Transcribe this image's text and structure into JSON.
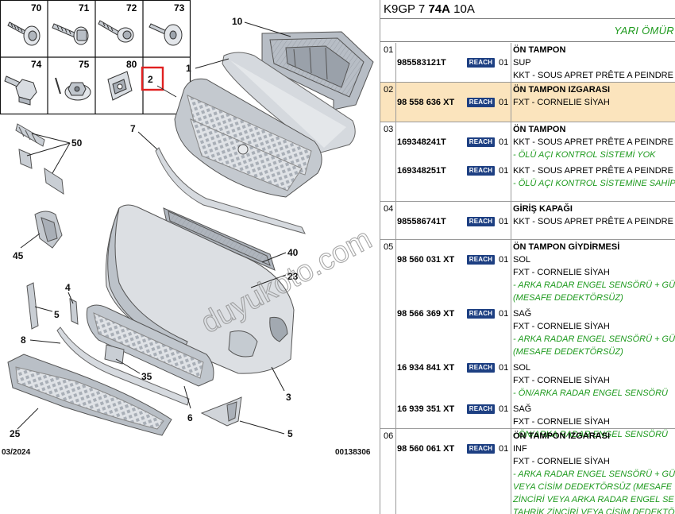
{
  "diagram": {
    "thumbnails": [
      "70",
      "71",
      "72",
      "73",
      "74",
      "75",
      "80"
    ],
    "callouts": {
      "c10": "10",
      "c1": "1",
      "c2": "2",
      "c7": "7",
      "c50": "50",
      "c45": "45",
      "c40": "40",
      "c23": "23",
      "c4": "4",
      "c5a": "5",
      "c8": "8",
      "c35": "35",
      "c3": "3",
      "c6": "6",
      "c25": "25",
      "c5b": "5"
    },
    "date_code": "03/2024",
    "drawing_number": "00138306",
    "watermark": "duyukoto.com",
    "highlight_color": "#e02020"
  },
  "panel": {
    "header_prefix": "K9GP 7 ",
    "header_bold": "74A",
    "header_suffix": " 10A",
    "life_label": "YARI ÖMÜR",
    "reach_label": "REACH",
    "highlight_color": "#fbe4bd",
    "green_color": "#1e9a1e",
    "groups": [
      {
        "pos": "01",
        "title": "ÖN TAMPON",
        "items": [
          {
            "pn": "985583121T",
            "qty": "01",
            "lines": [
              "SUP",
              "KKT - SOUS APRET PRÊTE A PEINDRE"
            ],
            "notes": []
          }
        ]
      },
      {
        "pos": "02",
        "title": "ÖN TAMPON IZGARASI",
        "items": [
          {
            "pn": "98 558 636 XT",
            "qty": "01",
            "lines": [
              "FXT - CORNELIE SİYAH"
            ],
            "notes": []
          }
        ]
      },
      {
        "pos": "03",
        "title": "ÖN TAMPON",
        "items": [
          {
            "pn": "169348241T",
            "qty": "01",
            "lines": [
              "KKT - SOUS APRET PRÊTE A PEINDRE"
            ],
            "notes": [
              "- ÖLÜ AÇI KONTROL SİSTEMİ YOK"
            ]
          },
          {
            "pn": "169348251T",
            "qty": "01",
            "lines": [
              "KKT - SOUS APRET PRÊTE A PEINDRE"
            ],
            "notes": [
              "- ÖLÜ AÇI KONTROL SİSTEMİNE SAHİP"
            ]
          }
        ]
      },
      {
        "pos": "04",
        "title": "GİRİŞ KAPAĞI",
        "items": [
          {
            "pn": "985586741T",
            "qty": "01",
            "lines": [
              "KKT - SOUS APRET PRÊTE A PEINDRE"
            ],
            "notes": []
          }
        ]
      },
      {
        "pos": "05",
        "title": "ÖN TAMPON GİYDİRMESİ",
        "items": [
          {
            "pn": "98 560 031 XT",
            "qty": "01",
            "lines": [
              "SOL",
              "FXT - CORNELIE SİYAH"
            ],
            "notes": [
              "- ARKA RADAR ENGEL SENSÖRÜ + GÜ",
              "(MESAFE DEDEKTÖRSÜZ)"
            ]
          },
          {
            "pn": "98 566 369 XT",
            "qty": "01",
            "lines": [
              "SAĞ",
              "FXT - CORNELIE SİYAH"
            ],
            "notes": [
              "- ARKA RADAR ENGEL SENSÖRÜ + GÜ",
              "(MESAFE DEDEKTÖRSÜZ)"
            ]
          },
          {
            "pn": "16 934 841 XT",
            "qty": "01",
            "lines": [
              "SOL",
              "FXT - CORNELIE SİYAH"
            ],
            "notes": [
              "- ÖN/ARKA RADAR ENGEL SENSÖRÜ"
            ]
          },
          {
            "pn": "16 939 351 XT",
            "qty": "01",
            "lines": [
              "SAĞ",
              "FXT - CORNELIE SİYAH"
            ],
            "notes": [
              "- ÖN/ARKA RADAR ENGEL SENSÖRÜ"
            ]
          }
        ]
      },
      {
        "pos": "06",
        "title": "ÖN TAMPON IZGARASI",
        "items": [
          {
            "pn": "98 560 061 XT",
            "qty": "01",
            "lines": [
              "INF",
              "FXT - CORNELIE SİYAH"
            ],
            "notes": [
              "- ARKA RADAR ENGEL SENSÖRÜ + GÜ",
              "VEYA CİSİM DEDEKTÖRSÜZ (MESAFE",
              "ZİNCİRİ VEYA ARKA RADAR ENGEL SE",
              "TAHRİK ZİNCİRİ VEYA CİSİM DEDEKTÖ"
            ]
          }
        ]
      }
    ]
  }
}
